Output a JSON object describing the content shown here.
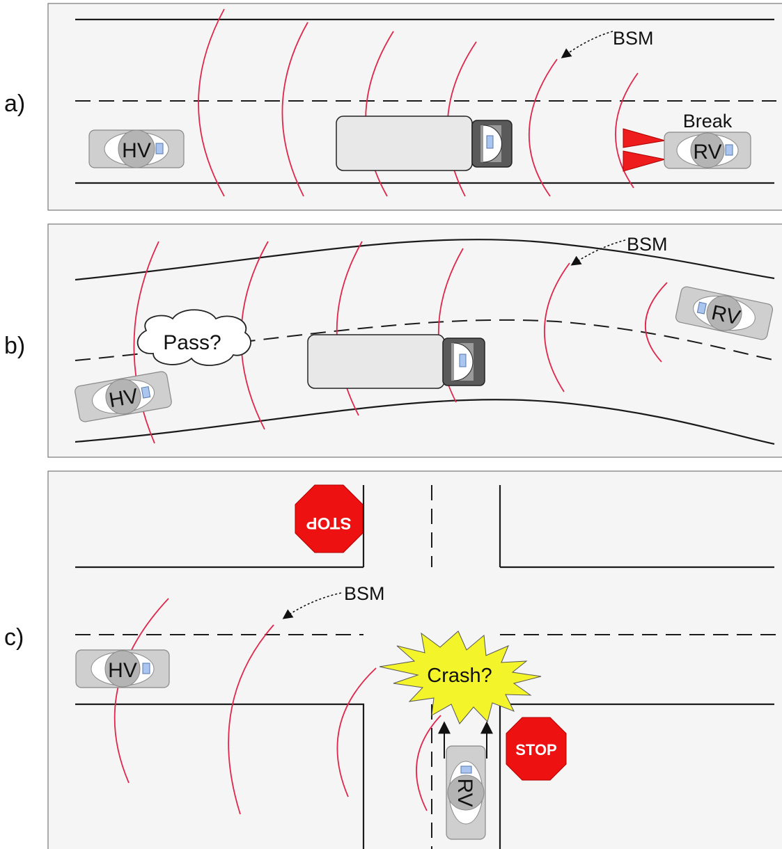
{
  "colors": {
    "wave": "#e0264b",
    "brake_light": "#ee1c1c",
    "stop_sign": "#ee1111",
    "crash_burst": "#f4f42a",
    "vehicle_body": "#cfcfcf",
    "panel_background": "#f5f5f5"
  },
  "panels": [
    {
      "label": "a)",
      "message_label": "BSM",
      "hv_label": "HV",
      "rv_label": "RV",
      "rv_note": "Break"
    },
    {
      "label": "b)",
      "message_label": "BSM",
      "hv_label": "HV",
      "rv_label": "RV",
      "thought": "Pass?"
    },
    {
      "label": "c)",
      "message_label": "BSM",
      "hv_label": "HV",
      "rv_label": "RV",
      "stop_sign_top": "STOP",
      "stop_sign_bottom": "STOP",
      "crash_text": "Crash?"
    }
  ],
  "icons": [
    "car-icon",
    "truck-icon",
    "brake-light-icon",
    "stop-sign-icon",
    "crash-burst-icon",
    "thought-cloud-icon",
    "arrow-icon"
  ]
}
